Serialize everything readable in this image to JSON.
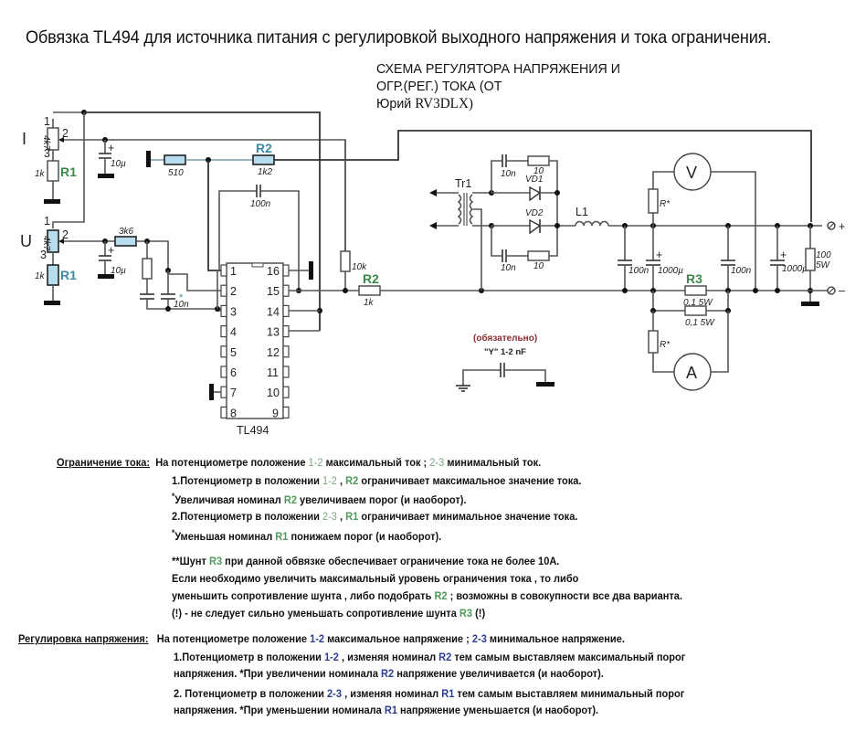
{
  "title": "Обвязка TL494 для источника питания с регулировкой выходного напряжения и тока ограничения.",
  "subtitle": {
    "line1": "СХЕМА РЕГУЛЯТОРА НАПРЯЖЕНИЯ И",
    "line2": "ОГР.(РЕГ.) ТОКА (ОТ",
    "line3_prefix": "Юрий ",
    "line3_call": "RV3DLX)"
  },
  "schematic": {
    "current_pot": {
      "name": "I",
      "value": "4k7",
      "pin1": "1",
      "pin2": "2",
      "pin3": "3"
    },
    "current_r1": {
      "label": "R1",
      "value": "1k"
    },
    "voltage_pot": {
      "name": "U",
      "value": "4k7",
      "pin1": "1",
      "pin2": "2",
      "pin3": "3"
    },
    "voltage_r1": {
      "label": "R1",
      "value": "1k"
    },
    "cap_10u_top": "10µ",
    "cap_10u_bottom": "10µ",
    "plus_sign": "+",
    "r_510": "510",
    "r2_top": {
      "label": "R2",
      "value": "1k2"
    },
    "cap_100n_fb": "100n",
    "r_3k6": "3k6",
    "cap_10n_star": "10n",
    "star": "*",
    "r_10k": "10k",
    "r2_mid": {
      "label": "R2",
      "value": "1k"
    },
    "ic": {
      "name": "TL494",
      "left_pins": [
        "1",
        "2",
        "3",
        "4",
        "5",
        "6",
        "7",
        "8"
      ],
      "right_pins": [
        "16",
        "15",
        "14",
        "13",
        "12",
        "11",
        "10",
        "9"
      ]
    },
    "transformer": "Tr1",
    "vd1": "VD1",
    "vd2": "VD2",
    "snubber_cap_top": "10n",
    "snubber_res_top": "10",
    "snubber_cap_bottom": "10n",
    "snubber_res_bottom": "10",
    "inductor": "L1",
    "cap_100n_a": "100n",
    "cap_1000u_a": "1000µ",
    "cap_100n_b": "100n",
    "cap_1000u_b": "1000µ",
    "r_load": {
      "line1": "100",
      "line2": "5W"
    },
    "r3": {
      "label": "R3",
      "value1": "0,1 5W",
      "value2": "0,1 5W"
    },
    "r_star_v": "R*",
    "r_star_a": "R*",
    "voltmeter": "V",
    "ammeter": "A",
    "terminal_plus": "+",
    "terminal_minus": "–",
    "y_cap_note": "(обязательно)",
    "y_cap_value": "\"Y\" 1-2 nF"
  },
  "notes": {
    "current": {
      "header": "Ограничение тока:",
      "l1": {
        "a": "На потенциометре положение ",
        "p1": "1-2",
        "b": "  максимальный  ток ;  ",
        "p2": "2-3",
        "c": " минимальный ток."
      },
      "l2": {
        "a": "1.Потенциометр в положении ",
        "p": "1-2",
        "b": " , ",
        "r": "R2",
        "c": "  ограничивает максимальное значение тока."
      },
      "l3": {
        "a": "*",
        "b": "Увеличивая номинал ",
        "r": "R2",
        "c": " увеличиваем порог (и наоборот)."
      },
      "l4": {
        "a": "2.Потенциометр в положении ",
        "p": "2-3",
        "b": " , ",
        "r": "R1",
        "c": "  ограничивает минимальное значение тока."
      },
      "l5": {
        "a": "*",
        "b": "Уменьшая  номинал ",
        "r": "R1",
        "c": " понижаем порог (и наоборот)."
      }
    },
    "shunt": {
      "l1": {
        "a": "**Шунт ",
        "r": "R3",
        "b": " при данной обвязке обеспечивает ограничение тока не более 10А."
      },
      "l2": "Если необходимо увеличить максимальный уровень ограничения тока , то либо",
      "l3": {
        "a": "уменьшить сопротивление шунта , либо подобрать ",
        "r": "R2",
        "b": " ; возможны в совокупности все два варианта."
      },
      "l4": {
        "a": "(!) - не следует сильно уменьшать сопротивление шунта ",
        "r": "R3",
        "b": " (!)"
      }
    },
    "voltage": {
      "header": "Регулировка напряжения:",
      "l1": {
        "a": "На потенциометре положение  ",
        "p1": "1-2",
        "b": "  максимальное напряжение ;  ",
        "p2": "2-3",
        "c": "  минимальное напряжение."
      },
      "l2": {
        "a": "1.Потенциометр в положении ",
        "p": "1-2",
        "b": " , изменяя номинал ",
        "r": "R2",
        "c": " тем самым выставляем максимальный порог"
      },
      "l3": {
        "a": "напряжения.  *При увеличении номинала ",
        "r": "R2",
        "b": " напряжение увеличивается (и наоборот)."
      },
      "l4": {
        "a": "2. Потенциометр в положении ",
        "p": "2-3",
        "b": " , изменяя номинал ",
        "r": "R1",
        "c": " тем самым выставляем минимальный порог"
      },
      "l5": {
        "a": "напряжения. *При уменьшении номинала ",
        "r": "R1",
        "b": " напряжение уменьшается (и наоборот)."
      }
    }
  }
}
